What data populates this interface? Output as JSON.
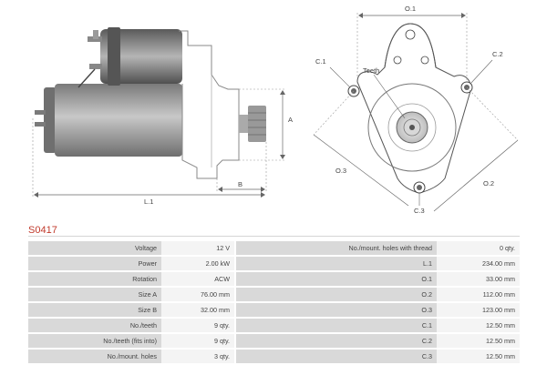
{
  "product": {
    "code": "S0417"
  },
  "drawing": {
    "dimension_labels": {
      "A": "A",
      "B": "B",
      "L1": "L.1",
      "O1": "O.1",
      "O2": "O.2",
      "O3": "O.3",
      "C1": "C.1",
      "C2": "C.2",
      "C3": "C.3",
      "teeth": "Teeth"
    }
  },
  "specs": {
    "rows": [
      {
        "left_label": "Voltage",
        "left_value": "12 V",
        "right_label": "No./mount. holes with thread",
        "right_value": "0 qty."
      },
      {
        "left_label": "Power",
        "left_value": "2.00 kW",
        "right_label": "L.1",
        "right_value": "234.00 mm"
      },
      {
        "left_label": "Rotation",
        "left_value": "ACW",
        "right_label": "O.1",
        "right_value": "33.00 mm"
      },
      {
        "left_label": "Size A",
        "left_value": "76.00 mm",
        "right_label": "O.2",
        "right_value": "112.00 mm"
      },
      {
        "left_label": "Size B",
        "left_value": "32.00 mm",
        "right_label": "O.3",
        "right_value": "123.00 mm"
      },
      {
        "left_label": "No./teeth",
        "left_value": "9 qty.",
        "right_label": "C.1",
        "right_value": "12.50 mm"
      },
      {
        "left_label": "No./teeth (fits into)",
        "left_value": "9 qty.",
        "right_label": "C.2",
        "right_value": "12.50 mm"
      },
      {
        "left_label": "No./mount. holes",
        "left_value": "3 qty.",
        "right_label": "C.3",
        "right_value": "12.50 mm"
      }
    ]
  }
}
